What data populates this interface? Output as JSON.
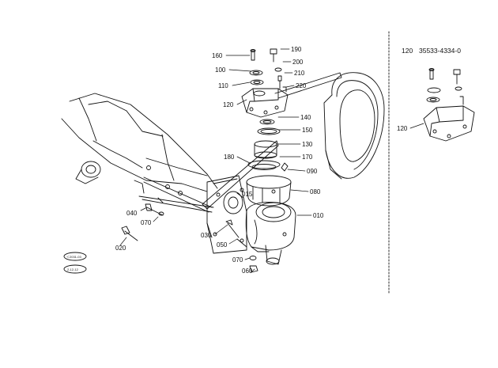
{
  "labels": {
    "p160": "160",
    "p190": "190",
    "p200": "200",
    "p100": "100",
    "p210": "210",
    "p110": "110",
    "p220": "220",
    "p120": "120",
    "p140": "140",
    "p150": "150",
    "p130": "130",
    "p170": "170",
    "p180": "180",
    "p090": "090",
    "p080": "080",
    "p015": "015",
    "p010": "010",
    "p040": "040",
    "p070a": "070",
    "p020": "020",
    "p030": "030",
    "p050": "050",
    "p070b": "070",
    "p060": "060"
  },
  "inset": {
    "qty": "120",
    "part_no": "35533-4334-0",
    "callout": "120"
  },
  "stamps": {
    "top": "＜2031-03",
    "bottom": "2-12-12"
  }
}
